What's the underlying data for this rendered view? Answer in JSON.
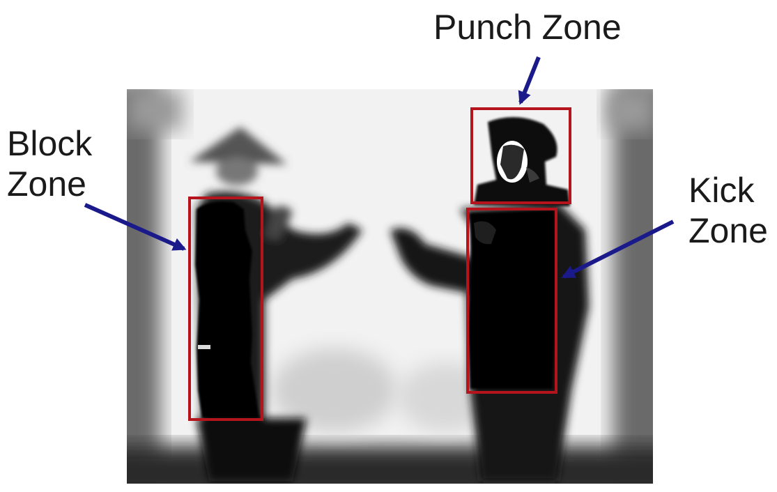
{
  "zones": [
    {
      "id": "punch",
      "lines": [
        "Punch Zone"
      ]
    },
    {
      "id": "block",
      "lines": [
        "Block",
        "Zone"
      ]
    },
    {
      "id": "kick",
      "lines": [
        "Kick",
        "Zone"
      ]
    }
  ],
  "colors": {
    "zone_box": "#b5141c",
    "arrow": "#1b1a8a",
    "silhouette": "#050505",
    "label_text": "#1a1a1a"
  }
}
